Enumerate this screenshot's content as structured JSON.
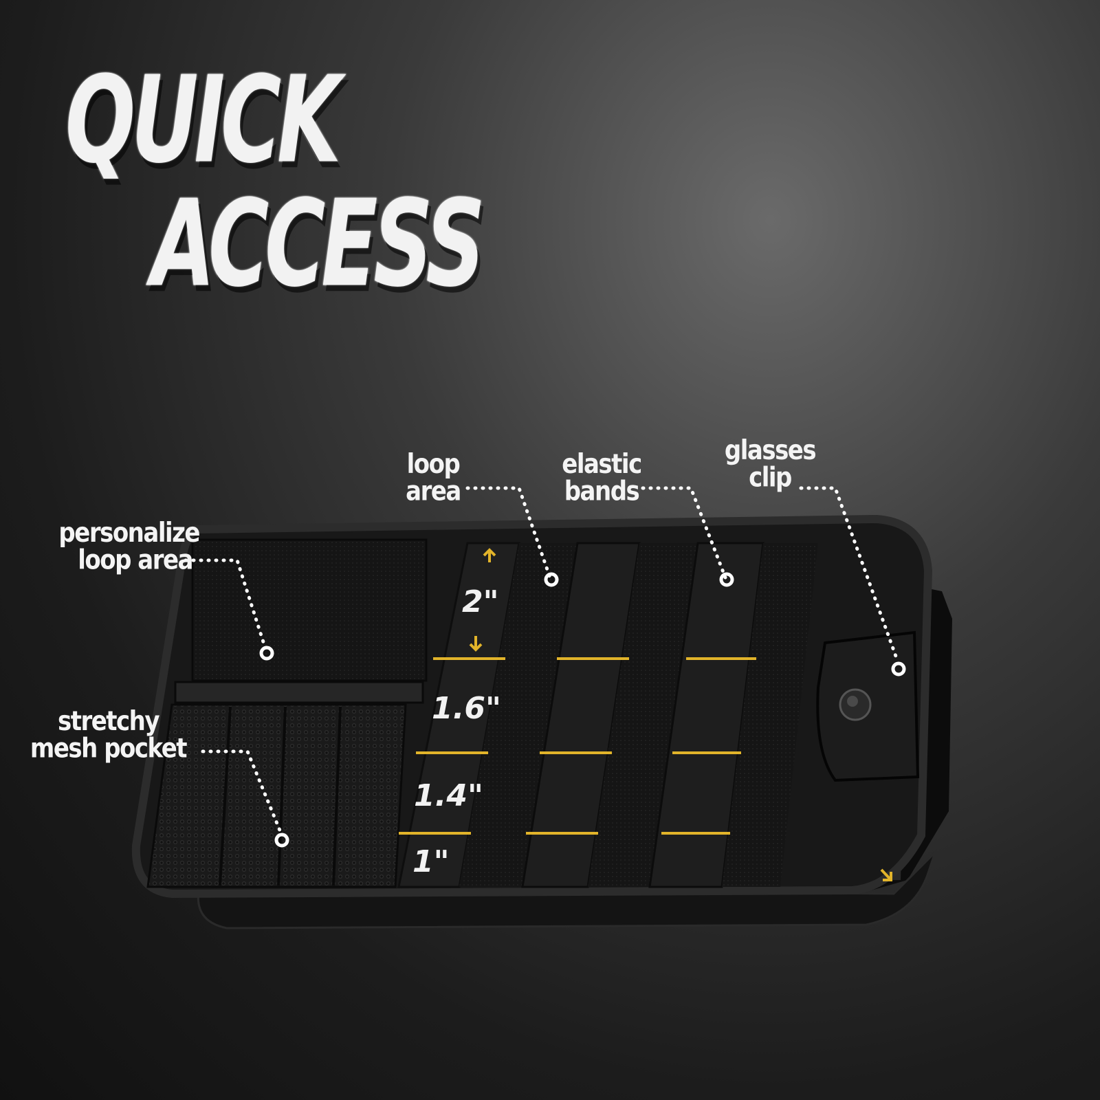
{
  "headline": {
    "line1": "QUICK",
    "line2": "ACCESS"
  },
  "callouts": {
    "loop_area": [
      "loop",
      "area"
    ],
    "elastic_bands": [
      "elastic",
      "bands"
    ],
    "glasses_clip": [
      "glasses",
      "clip"
    ],
    "personalize": [
      "personalize",
      "loop area"
    ],
    "mesh_pocket": [
      "stretchy",
      "mesh pocket"
    ]
  },
  "ruler": {
    "marks": [
      "2\"",
      "1.6\"",
      "1.4\"",
      "1\""
    ]
  },
  "colors": {
    "accent_yellow": "#e2b42a",
    "fabric": "#161616",
    "text": "#f4f4f4"
  }
}
